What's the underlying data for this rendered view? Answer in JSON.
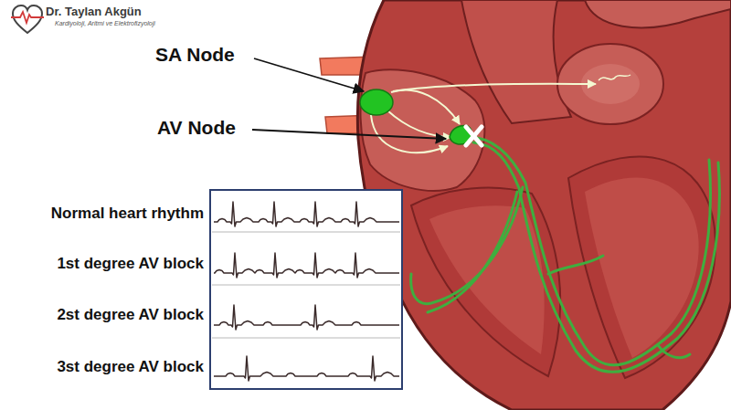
{
  "diagram": {
    "labels": [
      "Dr. Taylan Akgün",
      "Kardiyoloji, Aritmi ve Elektrofizyoloji",
      "SA Node",
      "AV Node",
      "Normal heart rhythm",
      "1st degree AV block",
      "2st degree AV block",
      "3st degree AV block"
    ]
  }
}
